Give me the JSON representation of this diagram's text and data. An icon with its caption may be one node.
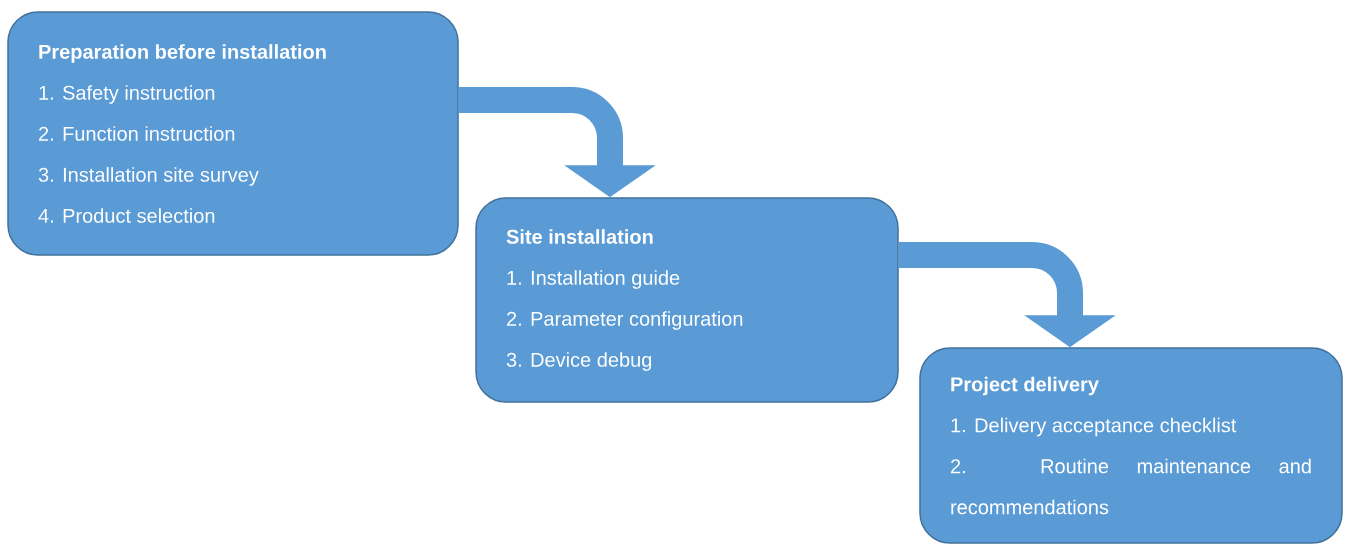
{
  "diagram": {
    "nodes": [
      {
        "text": [
          "Preparation before installation",
          "1. Safety instruction",
          "2. Function instruction",
          "3. Installation site survey",
          "4. Product selection"
        ]
      },
      {
        "text": [
          "Site installation",
          "1. Installation guide",
          "2. Parameter configuration",
          "3. Device debug"
        ]
      },
      {
        "text": [
          "Project delivery",
          "1. Delivery acceptance checklist",
          "2. Routine maintenance and recommendations"
        ]
      }
    ],
    "edges": [
      {
        "from": 0,
        "to": 1,
        "arrow": "to"
      },
      {
        "from": 1,
        "to": 2,
        "arrow": "to"
      }
    ]
  }
}
